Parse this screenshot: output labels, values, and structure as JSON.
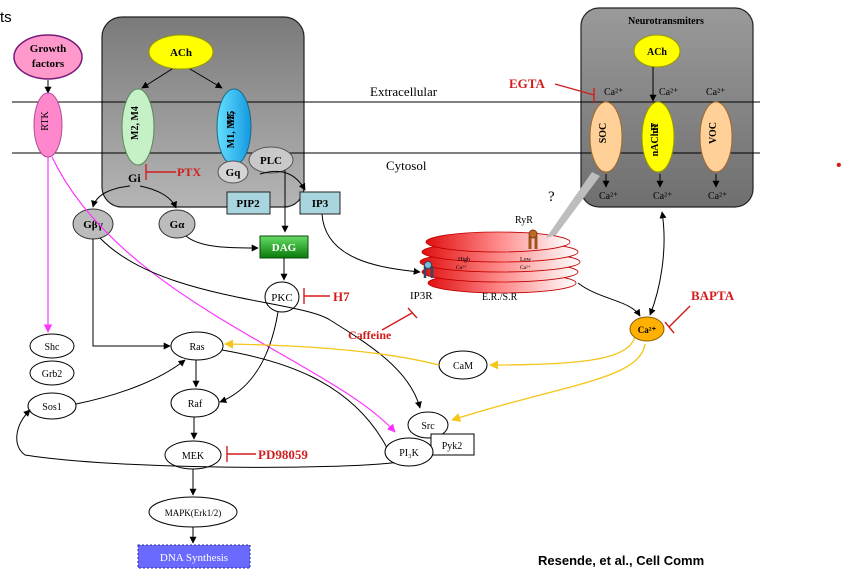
{
  "corner_text": "ts",
  "citation": "Resende, et al., Cell Comm",
  "bullet": "•",
  "labels": {
    "extracellular": "Extracellular",
    "cytosol": "Cytosol",
    "neurotransmitters": "Neurotransmiters",
    "question": "?",
    "ryr": "RyR",
    "er_sr": "E.R./S.R",
    "er_high": "High",
    "er_low": "Low",
    "er_ca": "Ca²⁺",
    "ip3r": "IP3R"
  },
  "nodes": {
    "growth_factors": [
      "Growth",
      "factors"
    ],
    "rtk": "RTK",
    "ach_left": "ACh",
    "m2m4": "M2, M4",
    "m1m3m5": [
      "M1, M3,",
      "M5"
    ],
    "gi": "Gi",
    "gq": "Gq",
    "plc": "PLC",
    "pip2": "PIP2",
    "ip3": "IP3",
    "gbg": "Gβγ",
    "ga": "Gα",
    "dag": "DAG",
    "pkc": "PKC",
    "shc": "Shc",
    "grb2": "Grb2",
    "sos1": "Sos1",
    "ras": "Ras",
    "raf": "Raf",
    "mek": "MEK",
    "mapk": "MAPK(Erk1/2)",
    "dna": "DNA Synthesis",
    "cam": "CaM",
    "src": "Src",
    "pyk2": "Pyk2",
    "pi3k": "PI₃K",
    "ca_center": "Ca²⁺",
    "ach_right": "ACh",
    "soc": "SOC",
    "nachr": [
      "nAChR",
      "α7"
    ],
    "voc": "VOC",
    "ca": "Ca²⁺"
  },
  "inhibitors": {
    "egta": "EGTA",
    "ptx": "PTX",
    "h7": "H7",
    "caffeine": "Caffeine",
    "bapta": "BAPTA",
    "pd": "PD98059"
  },
  "colors": {
    "inhibitor": "#d21d1d",
    "pink_path": "#ff33ff",
    "yellow_path": "#f5c518",
    "box_gray": "#8c8c8c",
    "growth_fill": "#ff99cc",
    "receptor_yellow": "#ffff00",
    "m2m4_fill": "#c6f0c6",
    "m1m3m5_fill": "#33ccff",
    "dag_fill": "#1aa31a",
    "pip_fill": "#a9d6de",
    "dna_fill": "#6a6aff",
    "er_red": "#ee1c1c",
    "ca_orange": "#ffb000"
  }
}
